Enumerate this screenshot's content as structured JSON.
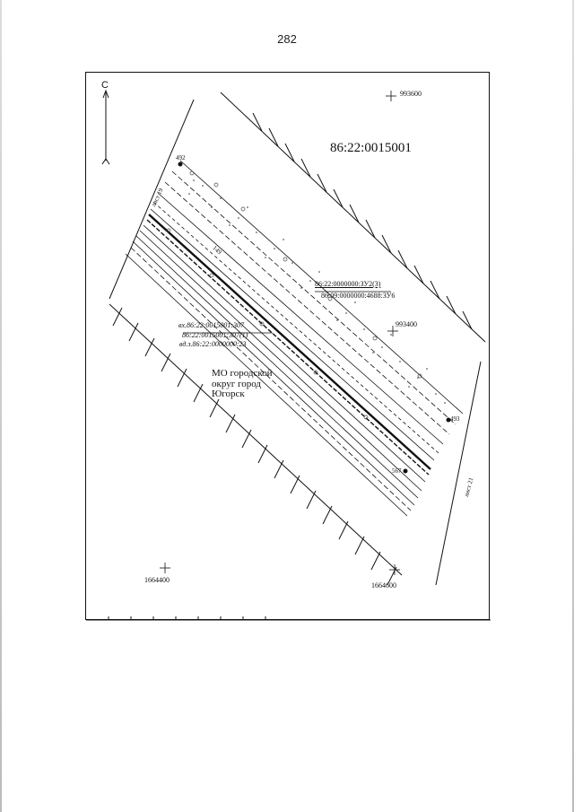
{
  "page": {
    "number": "282"
  },
  "map": {
    "north_label": "С",
    "parcel_main": "86:22:0015001",
    "parcel_zu_top": "86:22:0000000:ЗУ2(3)",
    "parcel_zu_bottom": "86:09:0000000:4688:ЗУ6",
    "easement_line1": "вх.86:22:0015001:307",
    "easement_line2": "86:22:0015001:307(1)",
    "easement_line3": "вд.з.86:22:0000000:23",
    "municipality": "МО городской округ город Югорск",
    "sheet_19": "лист 19",
    "sheet_21": "лист 21",
    "points": {
      "p492": "492",
      "p493": "493",
      "p567": "567",
      "p149": "149"
    },
    "coords": {
      "top_right": "993600",
      "middle_right": "993400",
      "bottom_left": "1664400",
      "bottom_right": "1664600"
    }
  }
}
